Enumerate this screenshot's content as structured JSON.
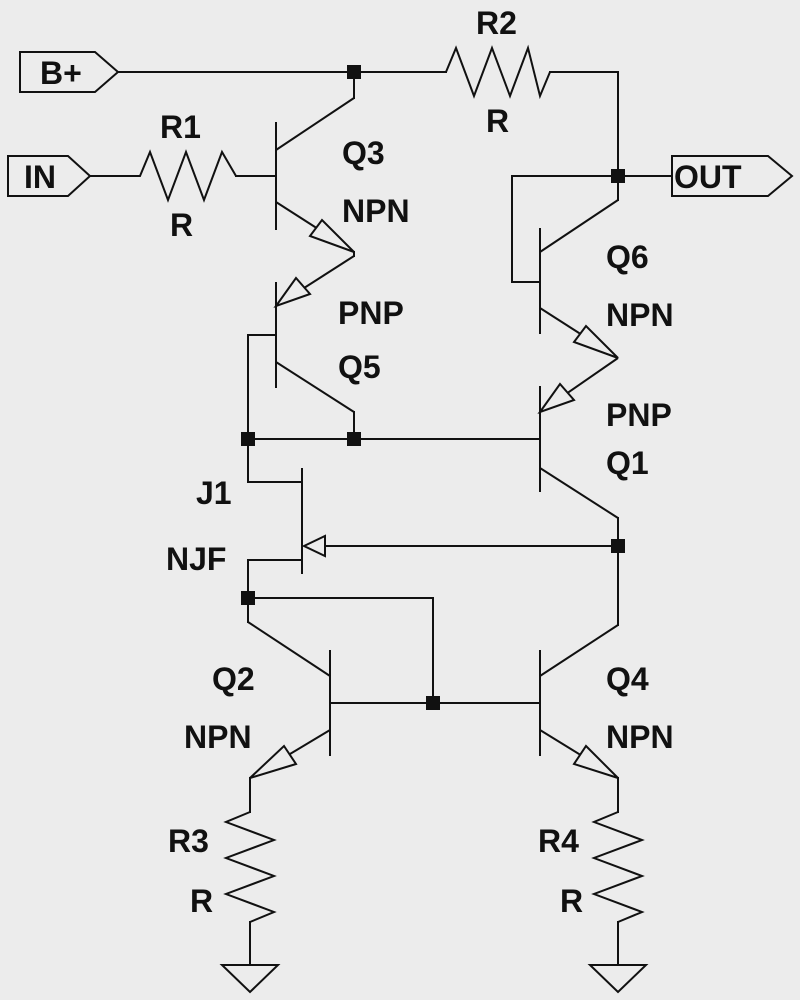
{
  "ports": {
    "bplus": "B+",
    "in": "IN",
    "out": "OUT"
  },
  "components": {
    "R1": {
      "ref": "R1",
      "value": "R"
    },
    "R2": {
      "ref": "R2",
      "value": "R"
    },
    "R3": {
      "ref": "R3",
      "value": "R"
    },
    "R4": {
      "ref": "R4",
      "value": "R"
    },
    "Q1": {
      "ref": "Q1",
      "type": "PNP"
    },
    "Q2": {
      "ref": "Q2",
      "type": "NPN"
    },
    "Q3": {
      "ref": "Q3",
      "type": "NPN"
    },
    "Q4": {
      "ref": "Q4",
      "type": "NPN"
    },
    "Q5": {
      "ref": "Q5",
      "type": "PNP"
    },
    "Q6": {
      "ref": "Q6",
      "type": "NPN"
    },
    "J1": {
      "ref": "J1",
      "type": "NJF"
    }
  }
}
